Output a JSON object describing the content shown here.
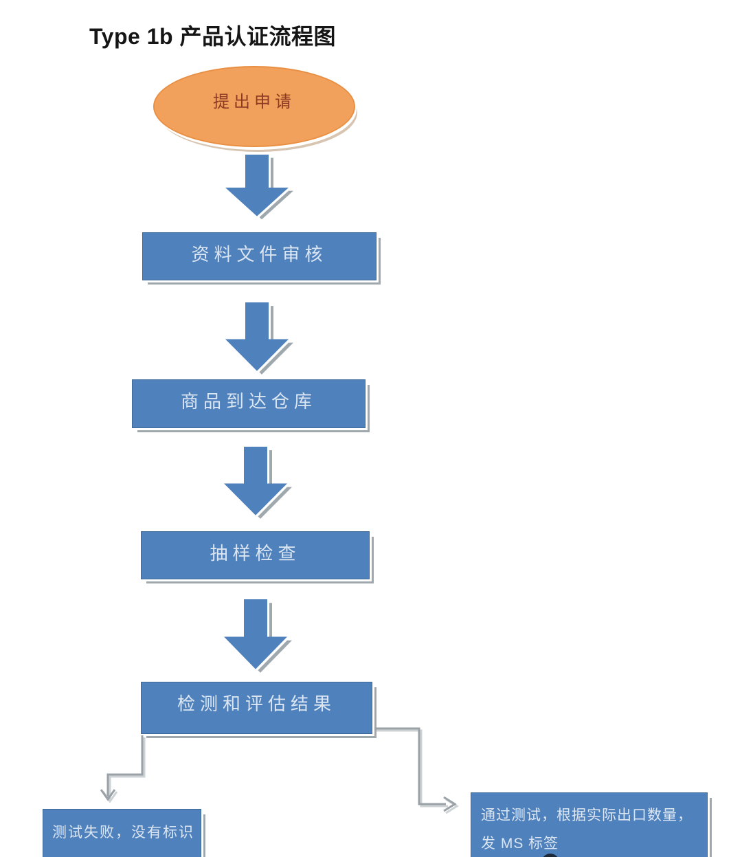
{
  "title": "Type 1b  产品认证流程图",
  "flowchart": {
    "start": {
      "label": "提出申请",
      "shape": "ellipse"
    },
    "steps": [
      {
        "label": "资料文件审核"
      },
      {
        "label": "商品到达仓库"
      },
      {
        "label": "抽样检查"
      },
      {
        "label": "检测和评估结果"
      }
    ],
    "branch_fail": {
      "label": "测试失败，没有标识",
      "side": "left"
    },
    "branch_pass": {
      "label": "通过测试，根据实际出口数量，发 MS  标签",
      "line1": "通过测试，根据实际出口数量，",
      "line2": "发 MS  标签",
      "side": "right"
    }
  },
  "colors": {
    "start_fill": "#F2A15C",
    "start_border": "#E98F43",
    "start_text": "#8C3A23",
    "process_fill": "#4F81BD",
    "process_border": "#3E6898",
    "process_text": "#DBE6F2",
    "shadow_gray": "#9FA8AD",
    "connector_gray": "#9AA1A7",
    "title_color": "#151515"
  }
}
